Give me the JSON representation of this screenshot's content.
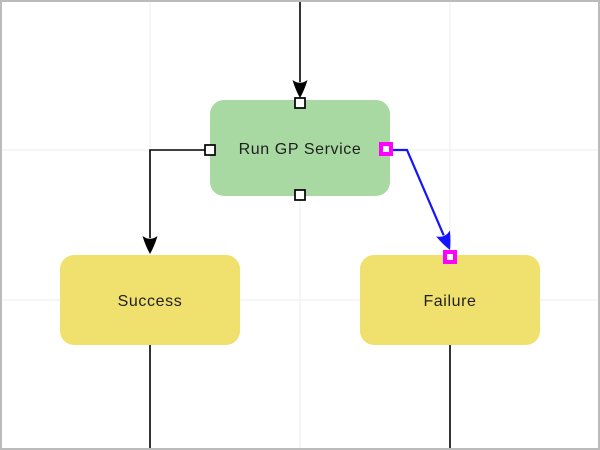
{
  "canvas": {
    "background": "#ffffff",
    "grid_color": "#ededed",
    "border_color": "#bbbbbb"
  },
  "colors": {
    "process_node_fill": "#a8d9a2",
    "outcome_node_fill": "#f0e06e",
    "node_text": "#1f1f1f",
    "connector": "#000000",
    "selected_connector": "#1414ff",
    "selected_handle": "#ff00ff",
    "handle_fill": "#ffffff",
    "handle_stroke": "#000000"
  },
  "nodes": [
    {
      "id": "run-gp-service",
      "label": "Run GP Service",
      "kind": "process",
      "ports": [
        "top",
        "left",
        "right",
        "bottom"
      ],
      "selected_port": "right"
    },
    {
      "id": "success",
      "label": "Success",
      "kind": "outcome"
    },
    {
      "id": "failure",
      "label": "Failure",
      "kind": "outcome",
      "selected_port": "top"
    }
  ],
  "edges": [
    {
      "from": "offscreen-top",
      "to": "run-gp-service",
      "to_port": "top",
      "selected": false
    },
    {
      "from": "run-gp-service",
      "from_port": "left",
      "to": "success",
      "to_port": "top",
      "selected": false
    },
    {
      "from": "run-gp-service",
      "from_port": "right",
      "to": "failure",
      "to_port": "top",
      "selected": true
    },
    {
      "from": "success",
      "from_port": "bottom",
      "to": "offscreen-bottom",
      "selected": false
    },
    {
      "from": "failure",
      "from_port": "bottom",
      "to": "offscreen-bottom",
      "selected": false
    }
  ]
}
